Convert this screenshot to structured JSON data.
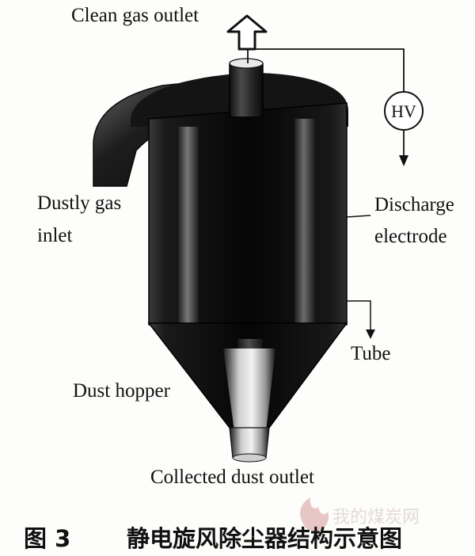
{
  "labels": {
    "clean_gas_outlet": "Clean gas outlet",
    "dustly_gas_line1": "Dustly gas",
    "dustly_gas_line2": "inlet",
    "discharge_line1": "Discharge",
    "discharge_line2": "electrode",
    "tube": "Tube",
    "dust_hopper": "Dust hopper",
    "collected_dust_outlet": "Collected dust outlet",
    "hv": "HV"
  },
  "caption": {
    "number": "图 3",
    "title": "静电旋风除尘器结构示意图"
  },
  "watermark": {
    "text": "我的煤炭网"
  },
  "colors": {
    "body_dark": "#0d0d0d",
    "tube_light": "#d8d8d8",
    "watermark": "#e2b4b4"
  }
}
